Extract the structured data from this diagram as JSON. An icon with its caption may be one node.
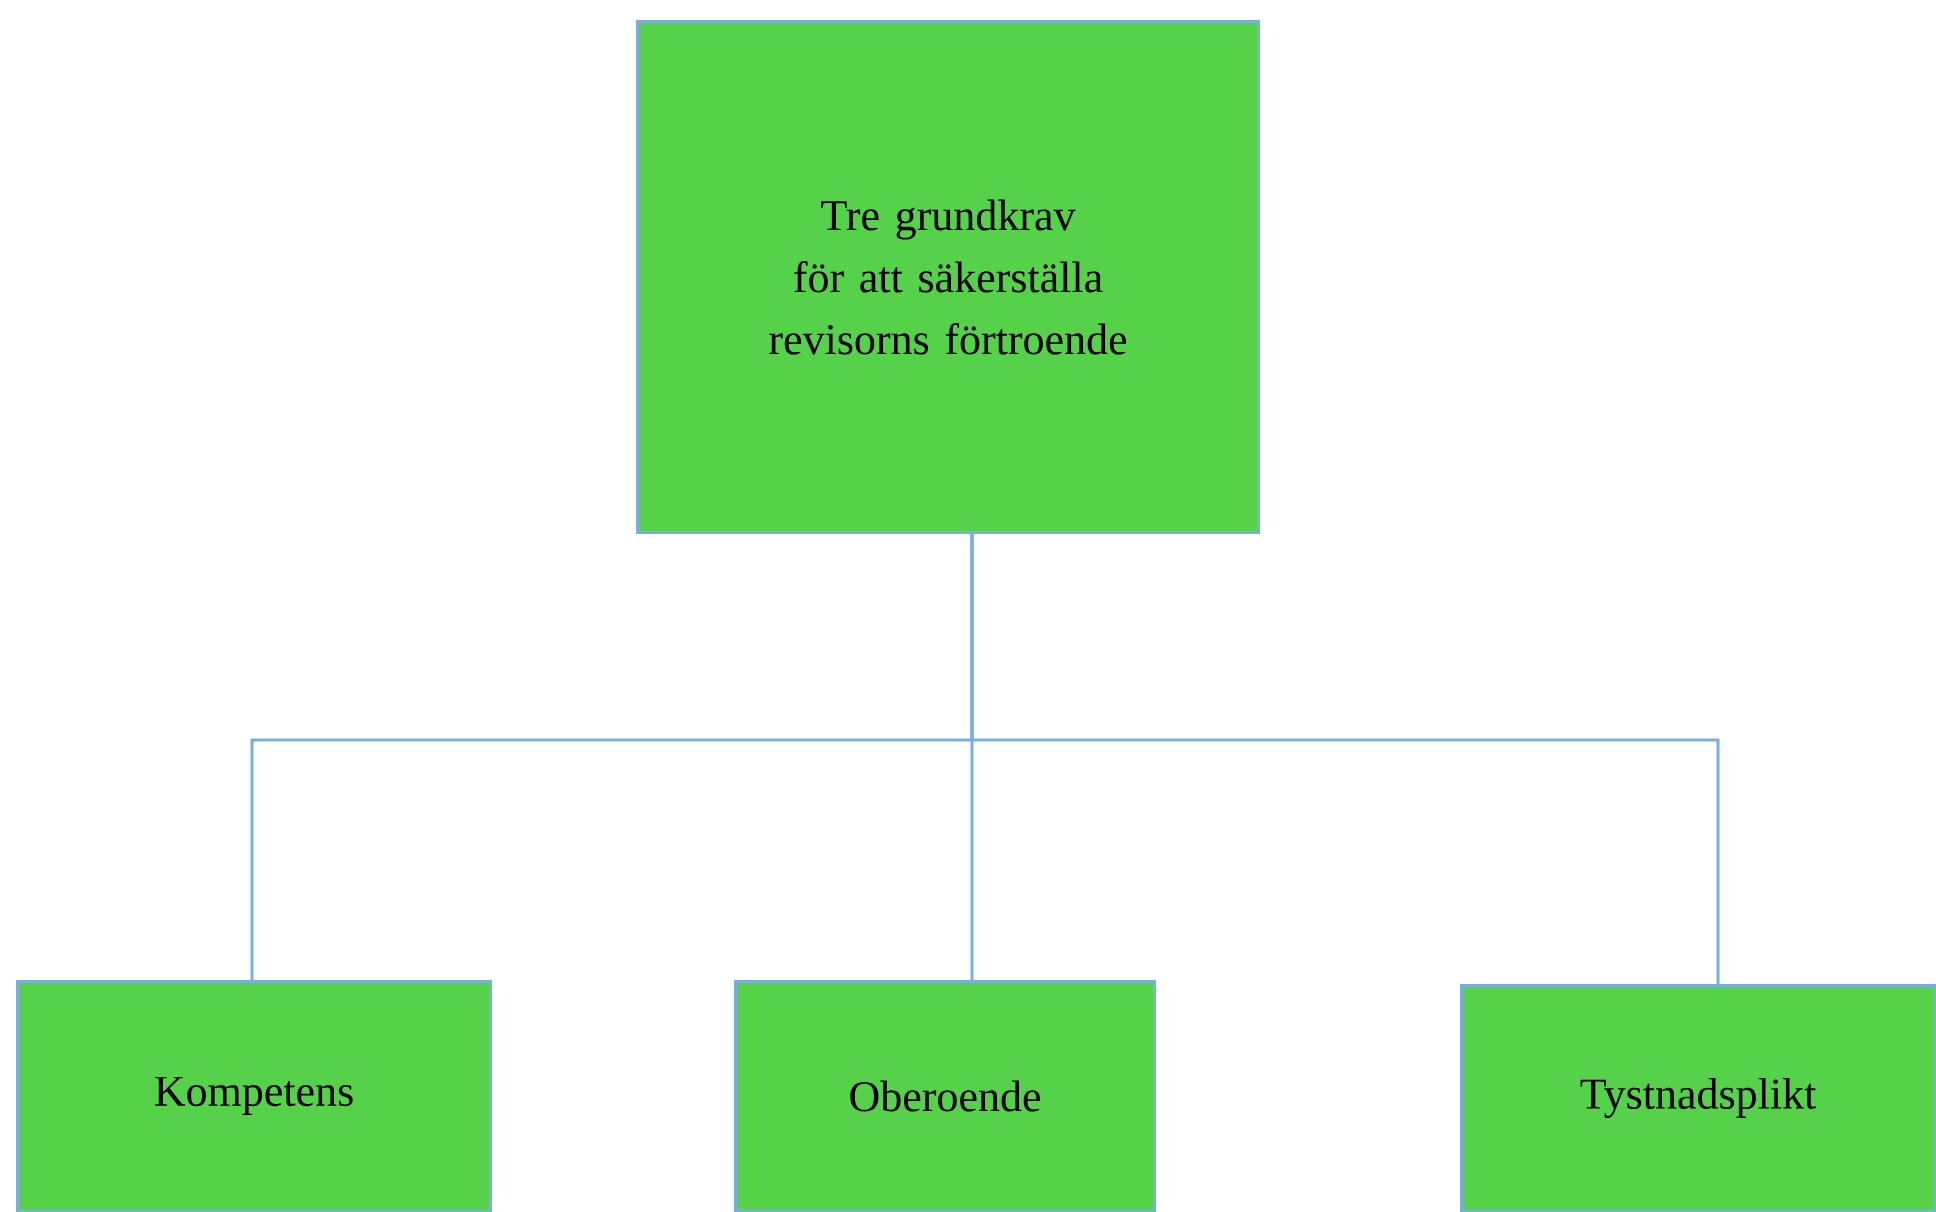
{
  "diagram": {
    "nodes": [
      {
        "text": [
          "Tre grundkrav för att säkerställa revisorns förtroende"
        ]
      },
      {
        "text": [
          "Kompetens"
        ]
      },
      {
        "text": [
          "Oberoende"
        ]
      },
      {
        "text": [
          "Tystnadsplikt"
        ]
      }
    ],
    "edges": [
      {
        "from": 0,
        "to": 1,
        "arrow": "none"
      },
      {
        "from": 0,
        "to": 2,
        "arrow": "none"
      },
      {
        "from": 0,
        "to": 3,
        "arrow": "none"
      }
    ]
  }
}
